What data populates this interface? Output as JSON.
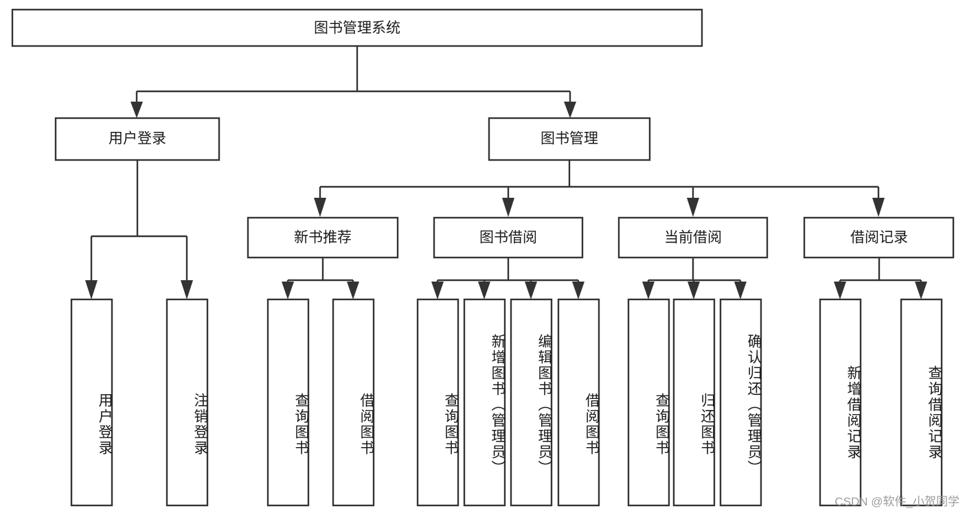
{
  "diagram": {
    "title": "图书管理系统",
    "watermark": "CSDN @软件_小贺同学",
    "colors": {
      "stroke": "#333333",
      "box_fill": "#ffffff",
      "text": "#1a1a1a",
      "watermark": "#9b9b9b",
      "background": "#ffffff"
    },
    "root": {
      "label": "图书管理系统"
    },
    "level2": [
      {
        "label": "用户登录"
      },
      {
        "label": "图书管理"
      }
    ],
    "level3": [
      {
        "label": "新书推荐"
      },
      {
        "label": "图书借阅"
      },
      {
        "label": "当前借阅"
      },
      {
        "label": "借阅记录"
      }
    ],
    "leaves": {
      "user_login": [
        {
          "label": "用户登录"
        },
        {
          "label": "注销登录"
        }
      ],
      "new_book_recommend": [
        {
          "label": "查询图书"
        },
        {
          "label": "借阅图书"
        }
      ],
      "book_borrow": [
        {
          "label": "查询图书"
        },
        {
          "label": "新增图书（管理员）"
        },
        {
          "label": "编辑图书（管理员）"
        },
        {
          "label": "借阅图书"
        }
      ],
      "current_borrow": [
        {
          "label": "查询图书"
        },
        {
          "label": "归还图书"
        },
        {
          "label": "确认归还（管理员）"
        }
      ],
      "borrow_records": [
        {
          "label": "新增借阅记录"
        },
        {
          "label": "查询借阅记录"
        }
      ]
    }
  }
}
